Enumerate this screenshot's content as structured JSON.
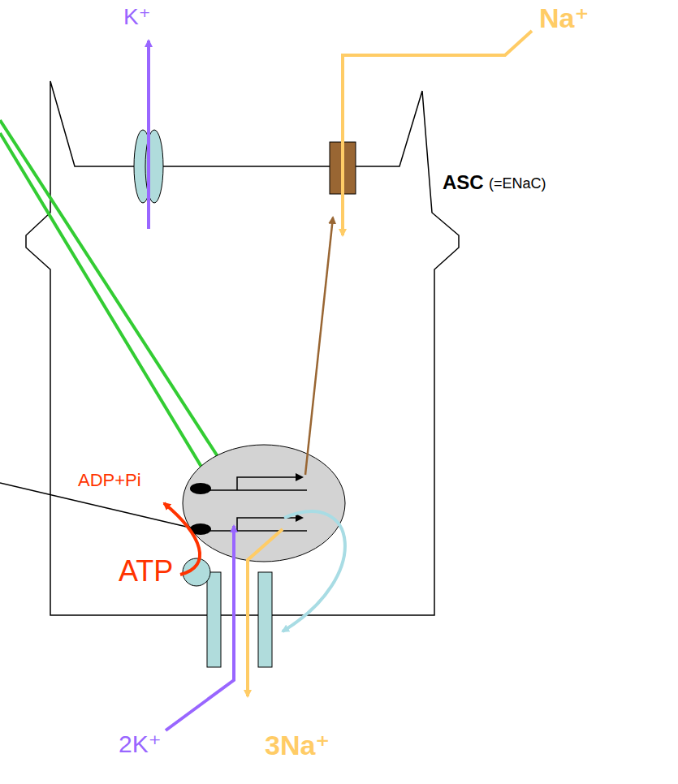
{
  "diagram": {
    "labels": [
      "K⁺",
      "Na⁺",
      "ASC",
      "(=ENaC)",
      "ADP+Pi",
      "ATP",
      "2K⁺",
      "3Na⁺"
    ]
  }
}
